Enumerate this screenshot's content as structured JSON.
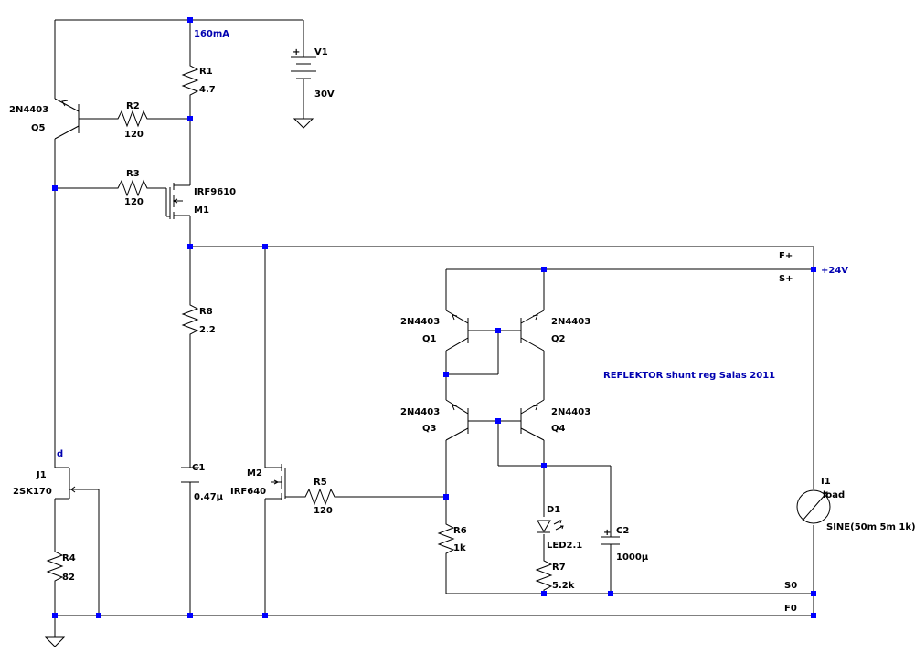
{
  "components": {
    "v1": {
      "name": "V1",
      "value": "30V"
    },
    "r1": {
      "name": "R1",
      "value": "4.7"
    },
    "r2": {
      "name": "R2",
      "value": "120"
    },
    "r3": {
      "name": "R3",
      "value": "120"
    },
    "r4": {
      "name": "R4",
      "value": "82"
    },
    "r5": {
      "name": "R5",
      "value": "120"
    },
    "r6": {
      "name": "R6",
      "value": "1k"
    },
    "r7": {
      "name": "R7",
      "value": "5.2k"
    },
    "r8": {
      "name": "R8",
      "value": "2.2"
    },
    "c1": {
      "name": "C1",
      "value": "0.47µ"
    },
    "c2": {
      "name": "C2",
      "value": "1000µ"
    },
    "d1": {
      "name": "D1",
      "value": "LED2.1"
    },
    "m1": {
      "name": "M1",
      "value": "IRF9610"
    },
    "m2": {
      "name": "M2",
      "value": "IRF640"
    },
    "j1": {
      "name": "J1",
      "value": "2SK170"
    },
    "q1": {
      "name": "Q1",
      "value": "2N4403"
    },
    "q2": {
      "name": "Q2",
      "value": "2N4403"
    },
    "q3": {
      "name": "Q3",
      "value": "2N4403"
    },
    "q4": {
      "name": "Q4",
      "value": "2N4403"
    },
    "q5": {
      "name": "Q5",
      "value": "2N4403"
    },
    "i1": {
      "name": "I1",
      "value": "load",
      "source": "SINE(50m 5m 1k)"
    }
  },
  "nets": {
    "current_note": "160mA",
    "fplus": "F+",
    "splus": "S+",
    "szero": "S0",
    "fzero": "F0",
    "vout": "+24V",
    "jfet_drain": "d"
  },
  "title": "REFLEKTOR shunt reg Salas 2011",
  "colors": {
    "wire": "#000000",
    "junction": "#0000ff",
    "annotation": "#0000b0"
  }
}
